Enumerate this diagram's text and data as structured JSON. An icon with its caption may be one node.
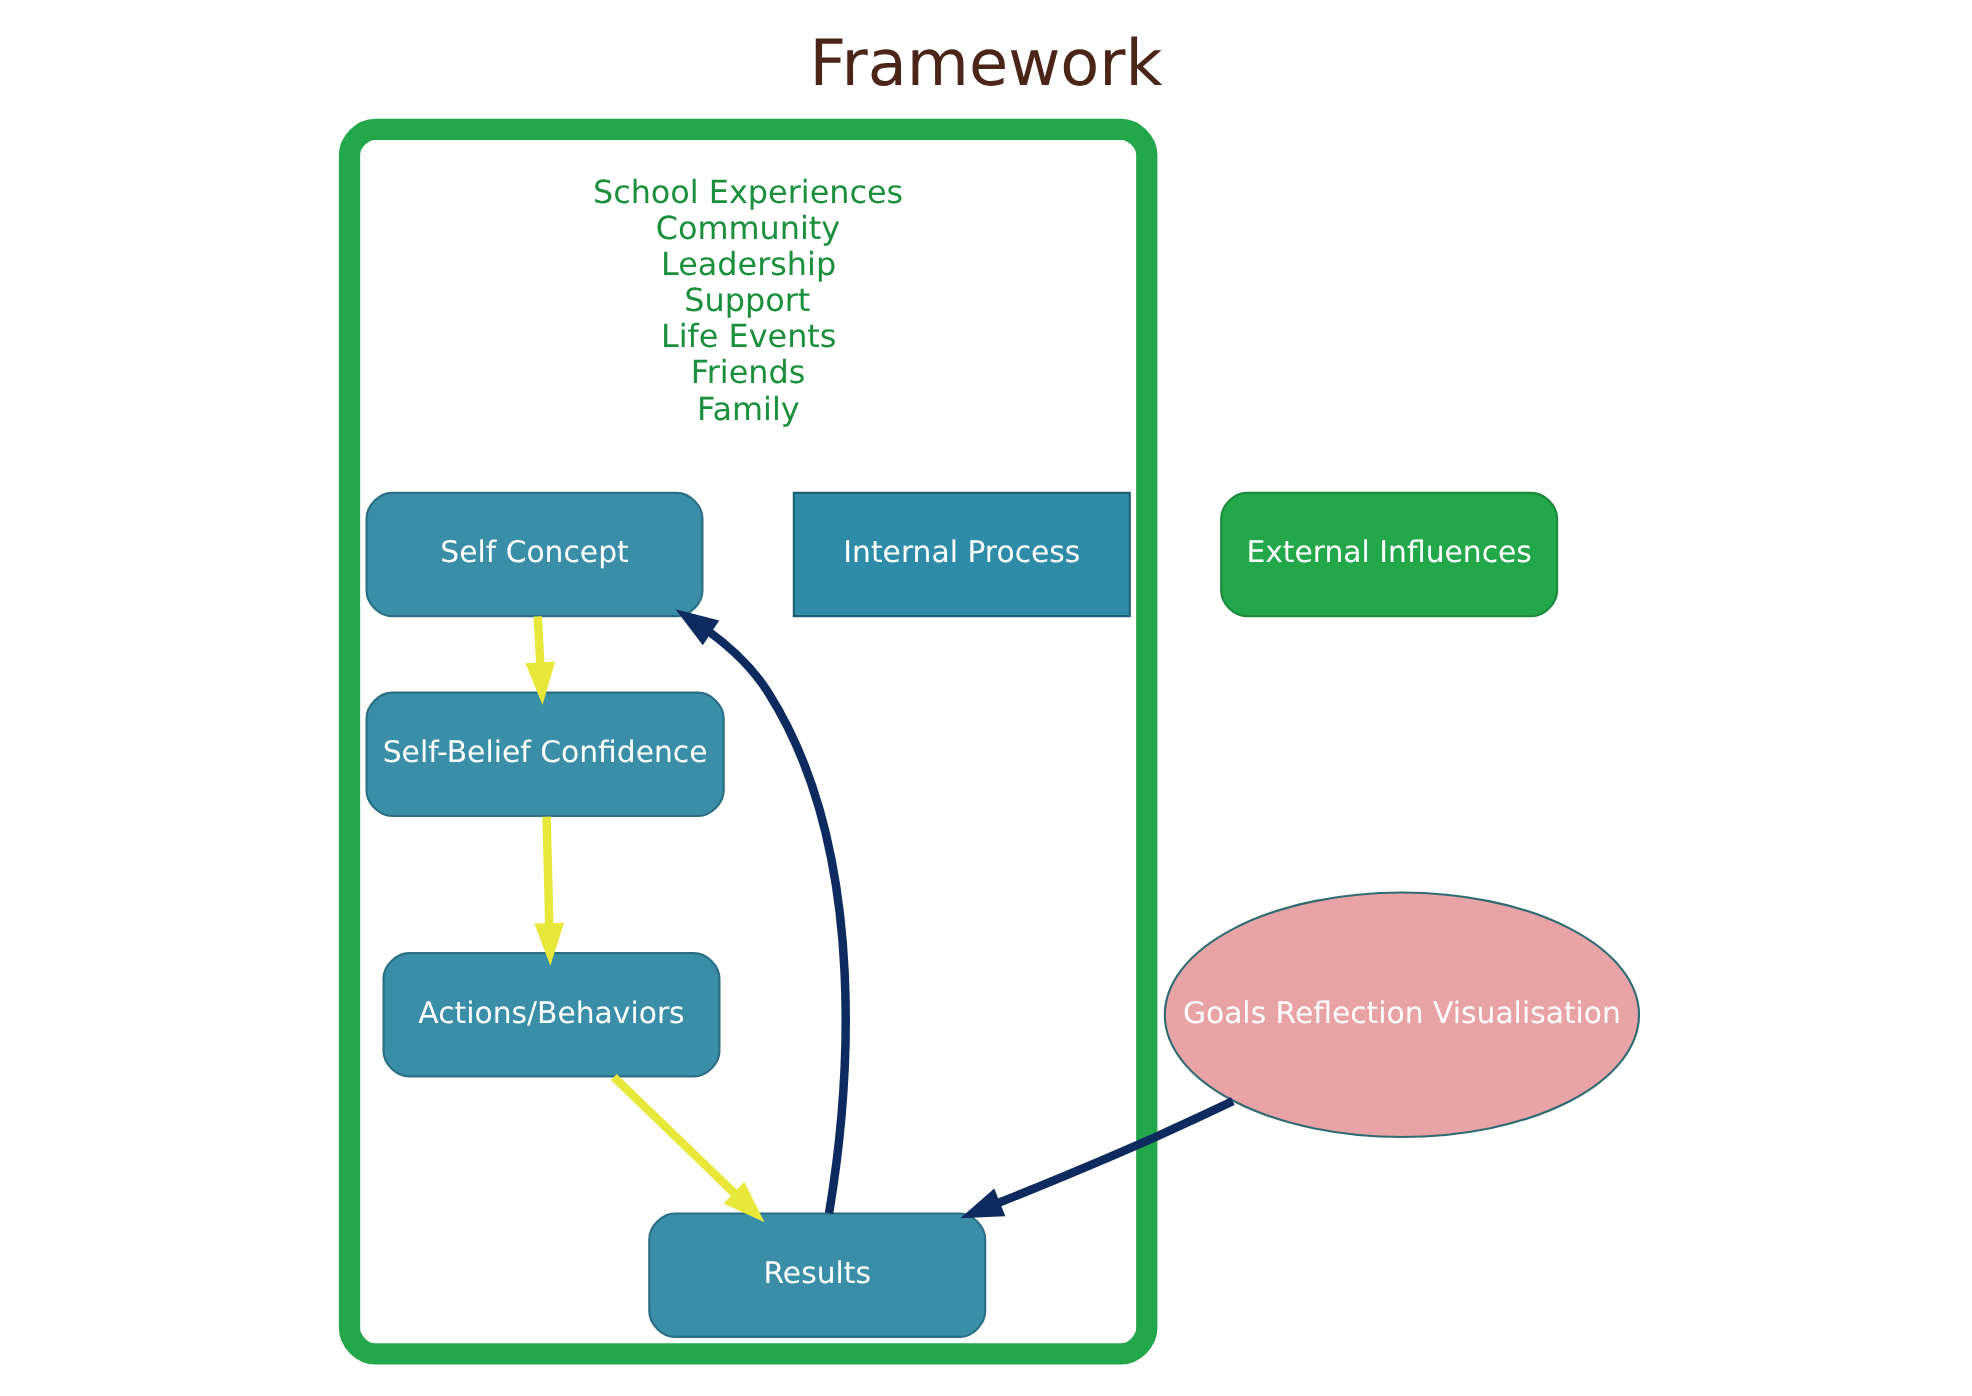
{
  "diagram": {
    "title": "Framework",
    "nodes": [
      {
        "text": [
          "School Experiences",
          "Community",
          "Leadership",
          "Support",
          "Life Events",
          "Friends",
          "Family"
        ]
      },
      {
        "text": [
          "External Influences"
        ]
      },
      {
        "text": [
          "Internal Process"
        ],
        "in": 0
      },
      {
        "text": [
          "Self Concept"
        ],
        "in": 0
      },
      {
        "text": [
          "Self-Belief Confidence"
        ],
        "in": 0
      },
      {
        "text": [
          "Actions/Behaviors"
        ],
        "in": 0
      },
      {
        "text": [
          "Results"
        ],
        "in": 0
      },
      {
        "text": [
          "Goals Reflection Visualisation"
        ]
      }
    ],
    "edges": [
      {
        "from": 3,
        "to": 4,
        "arrow": "to"
      },
      {
        "from": 4,
        "to": 5,
        "arrow": "to"
      },
      {
        "from": 5,
        "to": 6,
        "arrow": "to"
      },
      {
        "from": 6,
        "to": 3,
        "arrow": "to",
        "color": "#0d2b5e"
      },
      {
        "from": 7,
        "to": 6,
        "arrow": "to",
        "color": "#0d2b5e"
      }
    ]
  }
}
